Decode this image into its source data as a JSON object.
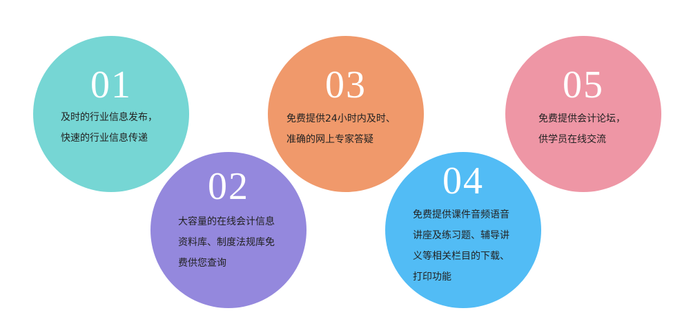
{
  "items": [
    {
      "number": "01",
      "color": "#76d6d4",
      "lines": [
        "及时的行业信息发布，",
        "快速的行业信息传递"
      ]
    },
    {
      "number": "02",
      "color": "#9488dd",
      "lines": [
        "大容量的在线会计信息",
        "资料库、制度法规库免",
        "费供您查询"
      ]
    },
    {
      "number": "03",
      "color": "#f0996b",
      "lines": [
        "免费提供24小时内及时、",
        "准确的网上专家答疑"
      ]
    },
    {
      "number": "04",
      "color": "#52bcf5",
      "lines": [
        "免费提供课件音频语音",
        "讲座及练习题、辅导讲",
        "义等相关栏目的下载、",
        "打印功能"
      ]
    },
    {
      "number": "05",
      "color": "#ee96a5",
      "lines": [
        "免费提供会计论坛，",
        "供学员在线交流"
      ]
    }
  ]
}
